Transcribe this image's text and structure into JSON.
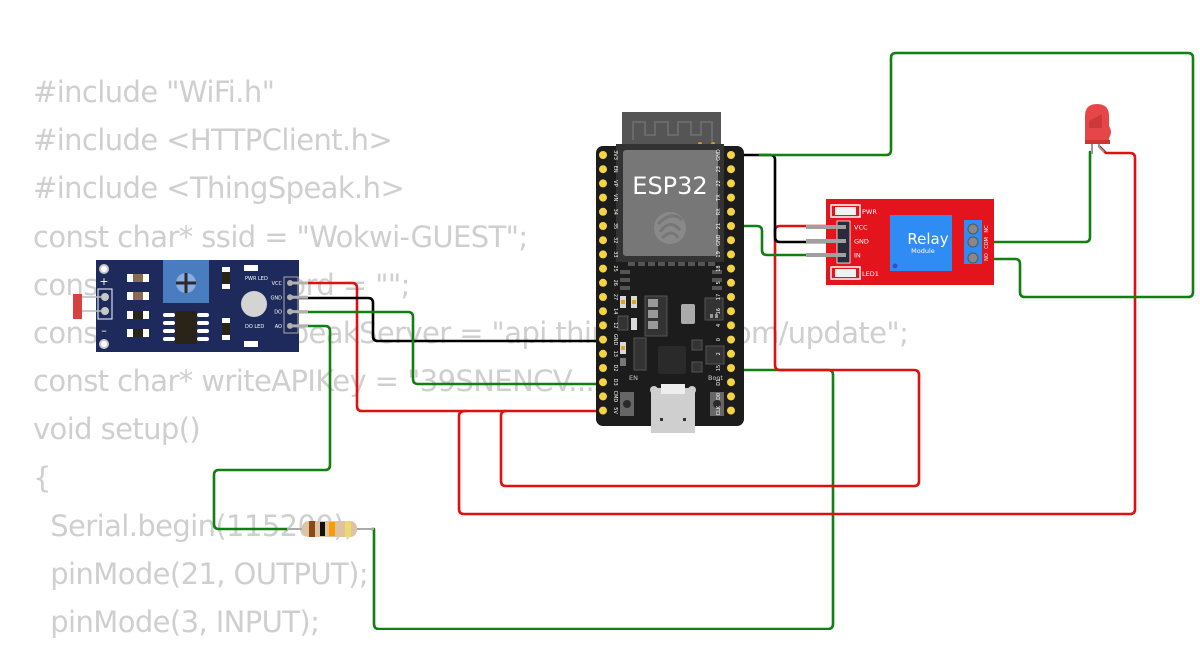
{
  "code": {
    "lines": [
      "#include \"WiFi.h\"",
      "#include <HTTPClient.h>",
      "#include <ThingSpeak.h>",
      "const char* ssid = \"Wokwi-GUEST\";",
      "const char* password = \"\";",
      "const char* thingSpeakServer = \"api.thingspeak.com/update\";",
      "const char* writeAPIKey = \"39SNENCV...Z\";",
      "void setup()",
      "{",
      "  Serial.begin(115200);",
      "  pinMode(21, OUTPUT);",
      "  pinMode(3, INPUT);"
    ]
  },
  "esp32": {
    "title": "ESP32",
    "left_pins": [
      "3V3",
      "EN",
      "VP",
      "VN",
      "34",
      "35",
      "32",
      "33",
      "25",
      "26",
      "27",
      "14",
      "12",
      "GND",
      "13",
      "D2",
      "D3",
      "CMD",
      "5V"
    ],
    "right_pins": [
      "GND",
      "23",
      "22",
      "TX",
      "RX",
      "21",
      "GND",
      "19",
      "18",
      "5",
      "17",
      "16",
      "4",
      "0",
      "2",
      "15",
      "D1",
      "D0",
      "CLK"
    ],
    "button_en": "EN",
    "button_boot": "Boot"
  },
  "ldr_module": {
    "pins": [
      "VCC",
      "GND",
      "DO",
      "AO"
    ],
    "pwr_led": "PWR LED",
    "do_led": "DO LED",
    "plus": "+",
    "minus": "–"
  },
  "relay": {
    "title": "Relay",
    "subtitle": "Module",
    "pins": [
      "VCC",
      "GND",
      "IN"
    ],
    "pwr_label": "PWR",
    "led_label": "LED1",
    "terminals": [
      "NC",
      "COM",
      "NO"
    ]
  },
  "colors": {
    "wire_red": "#e01010",
    "wire_green": "#108010",
    "wire_black": "#000000",
    "board_black": "#1c1c1c",
    "pin_yellow": "#f5d342",
    "relay_red": "#e4141c",
    "relay_blue": "#2f8cf5",
    "ldr_navy": "#1d2a5b",
    "led_red": "#e64646"
  }
}
